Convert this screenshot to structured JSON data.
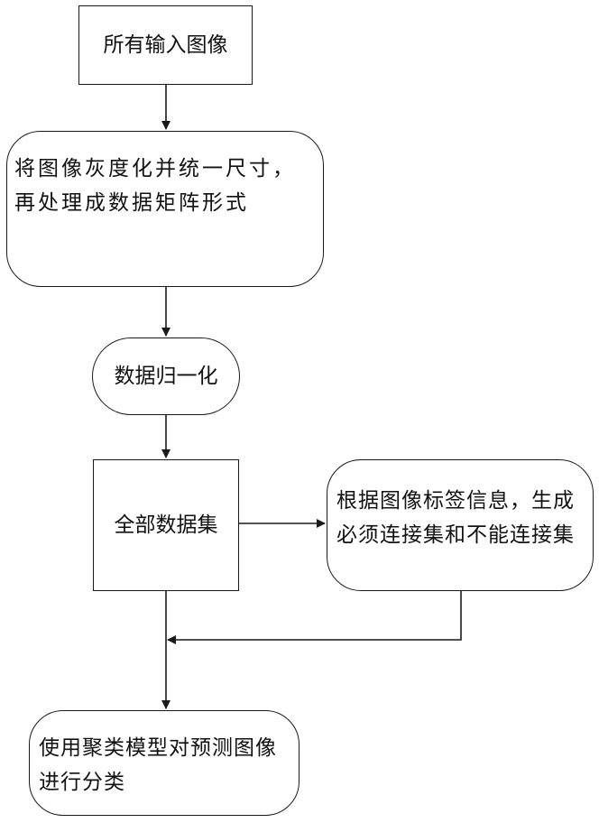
{
  "diagram": {
    "nodes": {
      "input_images": "所有输入图像",
      "grayscale_resize": "将图像灰度化并统一尺寸，再处理成数据矩阵形式",
      "normalize": "数据归一化",
      "full_dataset": "全部数据集",
      "constraint_sets": "根据图像标签信息，生成必须连接集和不能连接集",
      "classify": "使用聚类模型对预测图像进行分类"
    },
    "colors": {
      "stroke": "#1a1a1a",
      "background": "#ffffff"
    }
  }
}
